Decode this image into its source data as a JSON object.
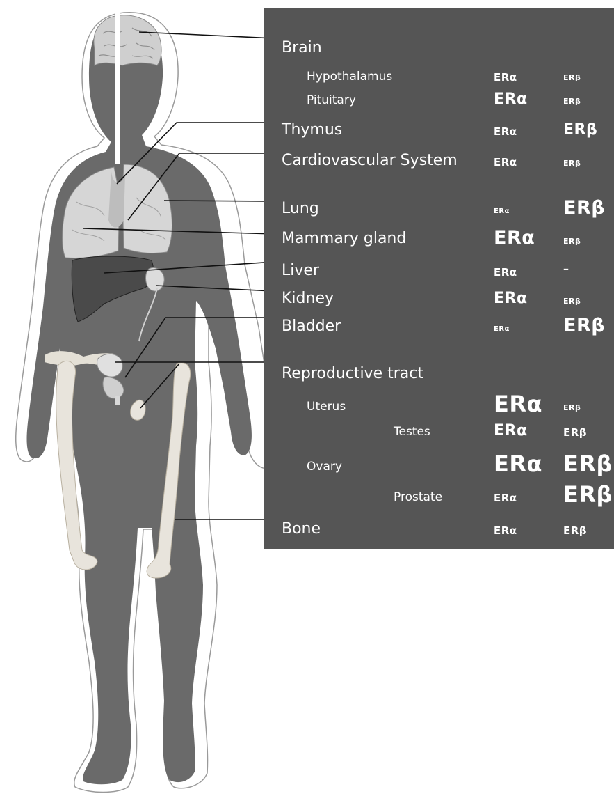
{
  "colors": {
    "panel": "#555555",
    "body_silhouette": "#6a6a6a",
    "organs": "#d9d9d9",
    "bone": "#e8e4dc",
    "liver": "#4a4a4a",
    "leader_line": "#111111",
    "text": "#ffffff"
  },
  "icons": [
    "human-body-illustration",
    "brain-illustration",
    "lungs-illustration",
    "liver-illustration",
    "kidney-illustration",
    "bladder-illustration",
    "bone-illustration"
  ],
  "rows": [
    {
      "label": "Brain",
      "level": "organ",
      "alpha_size": "none",
      "beta_size": "none",
      "alpha_text": "",
      "beta_text": ""
    },
    {
      "label": "Hypothalamus",
      "level": "sub",
      "alpha_size": "medium",
      "beta_size": "small",
      "alpha_text": "ERα",
      "beta_text": "ERβ"
    },
    {
      "label": "Pituitary",
      "level": "sub",
      "alpha_size": "large",
      "beta_size": "small",
      "alpha_text": "ERα",
      "beta_text": "ERβ"
    },
    {
      "label": "Thymus",
      "level": "organ",
      "alpha_size": "medium",
      "beta_size": "large",
      "alpha_text": "ERα",
      "beta_text": "ERβ"
    },
    {
      "label": "Cardiovascular System",
      "level": "organ",
      "alpha_size": "medium",
      "beta_size": "small",
      "alpha_text": "ERα",
      "beta_text": "ERβ"
    },
    {
      "label": "Lung",
      "level": "organ",
      "alpha_size": "tiny",
      "beta_size": "xlarge",
      "alpha_text": "ERα",
      "beta_text": "ERβ"
    },
    {
      "label": "Mammary gland",
      "level": "organ",
      "alpha_size": "xlarge",
      "beta_size": "small",
      "alpha_text": "ERα",
      "beta_text": "ERβ"
    },
    {
      "label": "Liver",
      "level": "organ",
      "alpha_size": "medium",
      "beta_size": "dash",
      "alpha_text": "ERα",
      "beta_text": "–"
    },
    {
      "label": "Kidney",
      "level": "organ",
      "alpha_size": "large",
      "beta_size": "small",
      "alpha_text": "ERα",
      "beta_text": "ERβ"
    },
    {
      "label": "Bladder",
      "level": "organ",
      "alpha_size": "tiny",
      "beta_size": "xlarge",
      "alpha_text": "ERα",
      "beta_text": "ERβ"
    },
    {
      "label": "Reproductive tract",
      "level": "organ",
      "alpha_size": "none",
      "beta_size": "none",
      "alpha_text": "",
      "beta_text": ""
    },
    {
      "label": "Uterus",
      "level": "sub",
      "alpha_size": "xxlarge",
      "beta_size": "small",
      "alpha_text": "ERα",
      "beta_text": "ERβ"
    },
    {
      "label": "Testes",
      "level": "subsub",
      "alpha_size": "large",
      "beta_size": "medium",
      "alpha_text": "ERα",
      "beta_text": "ERβ"
    },
    {
      "label": "Ovary",
      "level": "sub",
      "alpha_size": "xxlarge",
      "beta_size": "xxlarge",
      "alpha_text": "ERα",
      "beta_text": "ERβ"
    },
    {
      "label": "Prostate",
      "level": "subsub",
      "alpha_size": "medium",
      "beta_size": "xxlarge",
      "alpha_text": "ERα",
      "beta_text": "ERβ"
    },
    {
      "label": "Bone",
      "level": "organ",
      "alpha_size": "medium",
      "beta_size": "medium",
      "alpha_text": "ERα",
      "beta_text": "ERβ"
    }
  ]
}
